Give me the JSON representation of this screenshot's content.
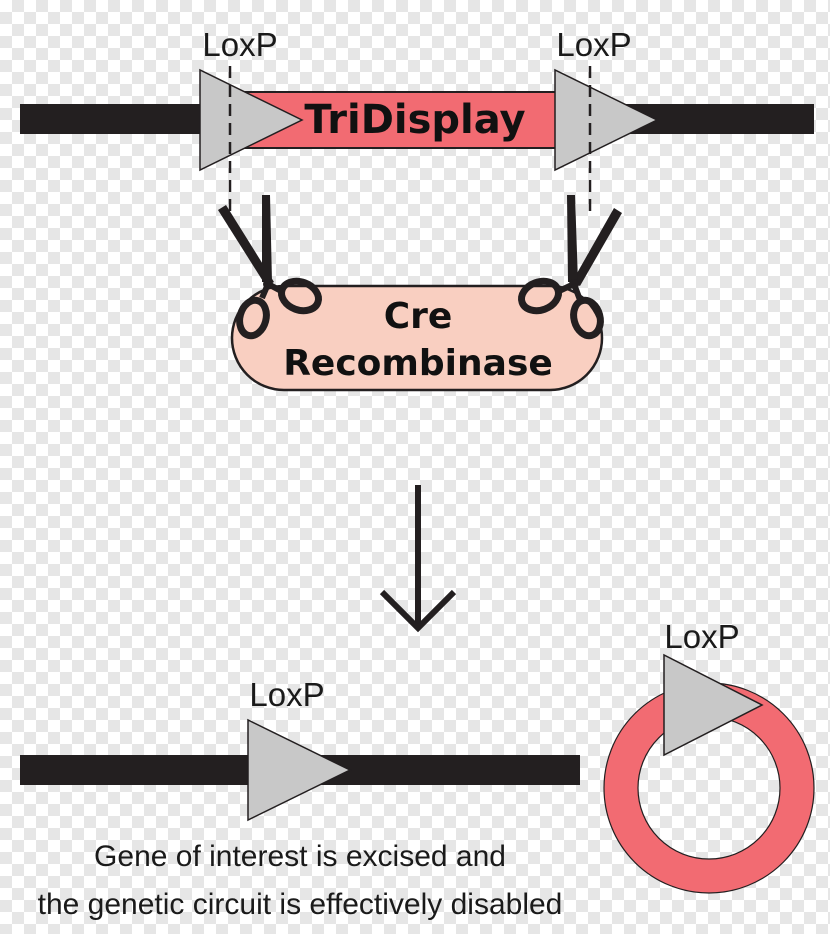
{
  "colors": {
    "dna": "#231f20",
    "gene": "#f26b72",
    "loxp_fill": "#c8c8c8",
    "cre_fill": "#f9cfc1",
    "plasmid": "#f26b72"
  },
  "top": {
    "loxp_left_label": "LoxP",
    "loxp_right_label": "LoxP",
    "gene_label": "TriDisplay"
  },
  "cre": {
    "line1": "Cre",
    "line2": "Recombinase",
    "icons": [
      "scissors-icon",
      "scissors-icon"
    ]
  },
  "arrow": {
    "icon": "arrow-down-icon"
  },
  "bottom": {
    "loxp_label": "LoxP",
    "plasmid_loxp_label": "LoxP",
    "caption_line1": "Gene of interest is excised and",
    "caption_line2": "the genetic circuit is effectively disabled"
  }
}
